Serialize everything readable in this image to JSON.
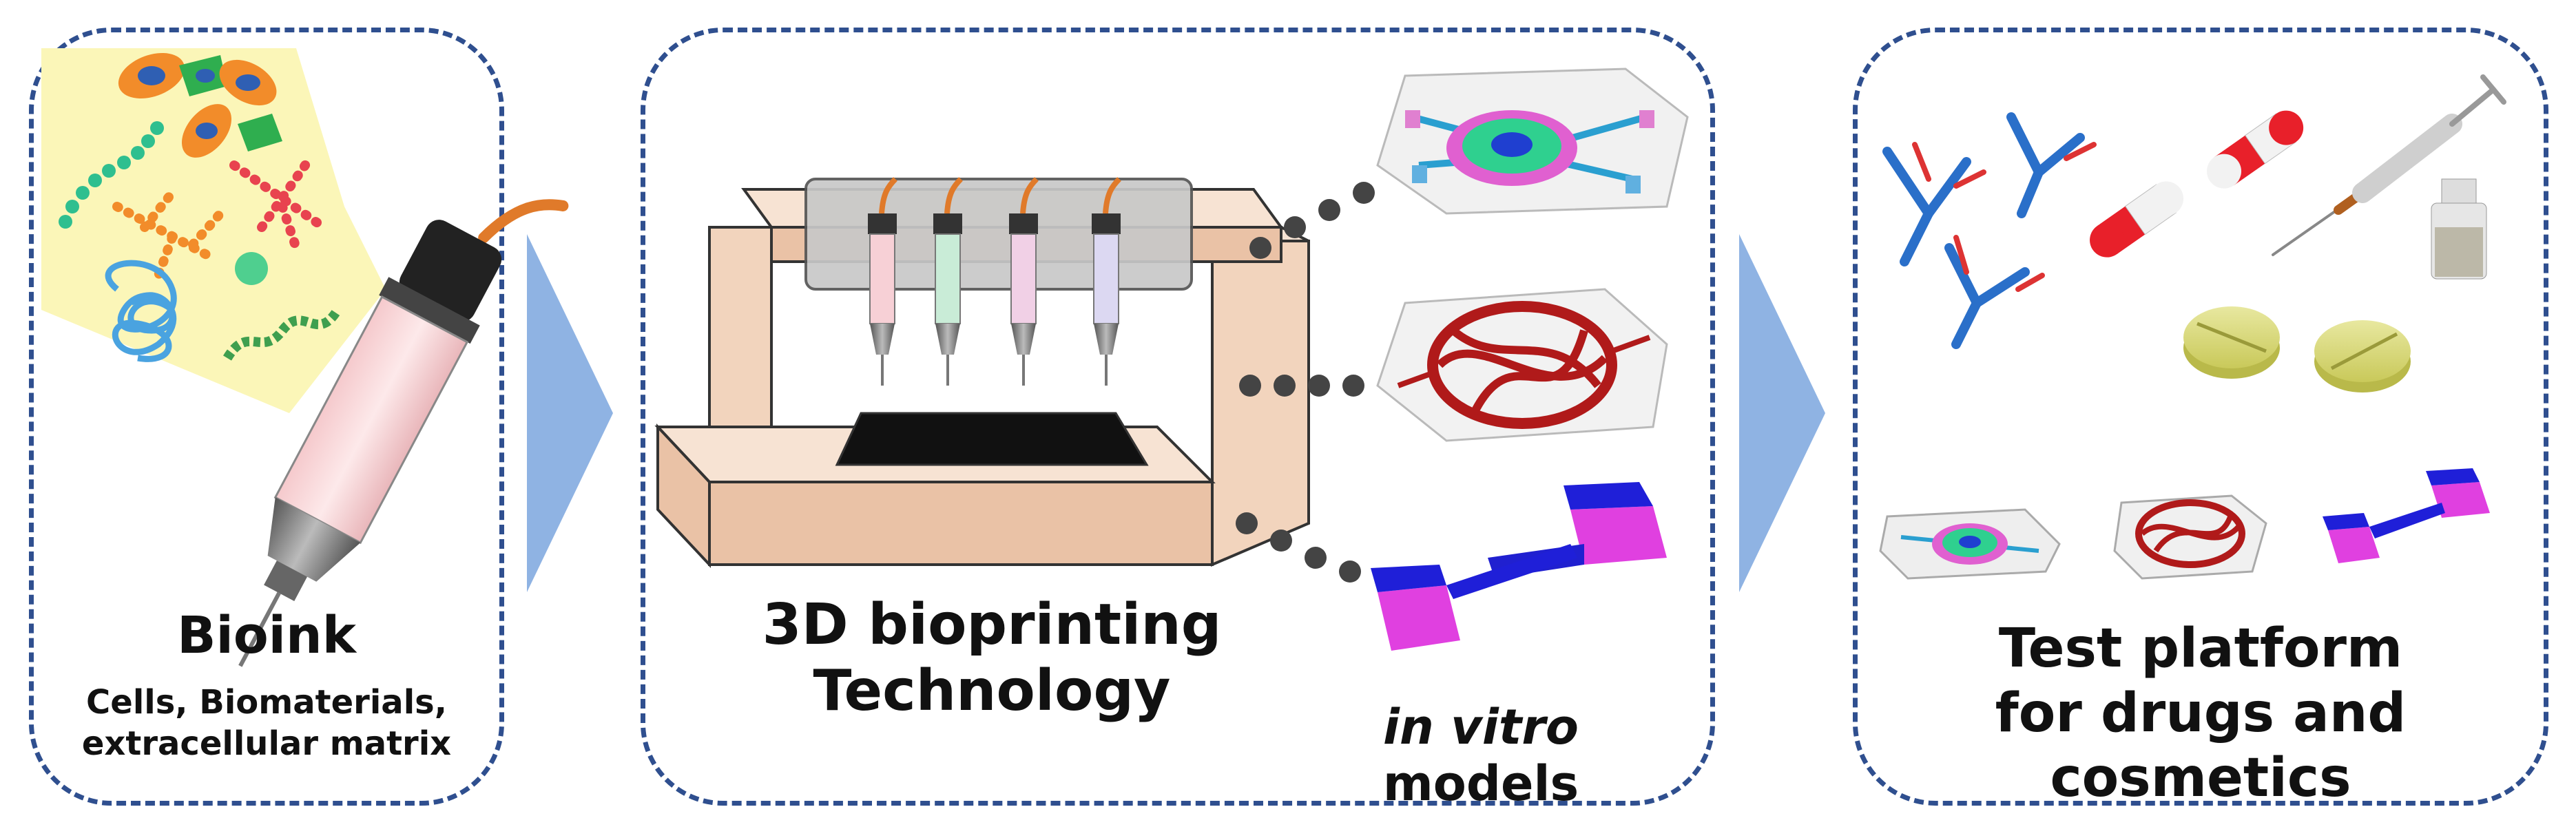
{
  "panels": {
    "bioink": {
      "title": "Bioink",
      "subtitle_line1": "Cells, Biomaterials,",
      "subtitle_line2": "extracellular matrix"
    },
    "printing": {
      "title_line1": "3D bioprinting",
      "title_line2": "Technology",
      "models_italic": "in vitro",
      "models_rest": " models"
    },
    "testing": {
      "title_line1": "Test platform",
      "title_line2": "for drugs and cosmetics"
    }
  },
  "colors": {
    "panel_border": "#2f4f8f",
    "arrow": "#8fb3e3",
    "printer_body": "#f2d4bd",
    "highlight": "#fbf6b8"
  }
}
